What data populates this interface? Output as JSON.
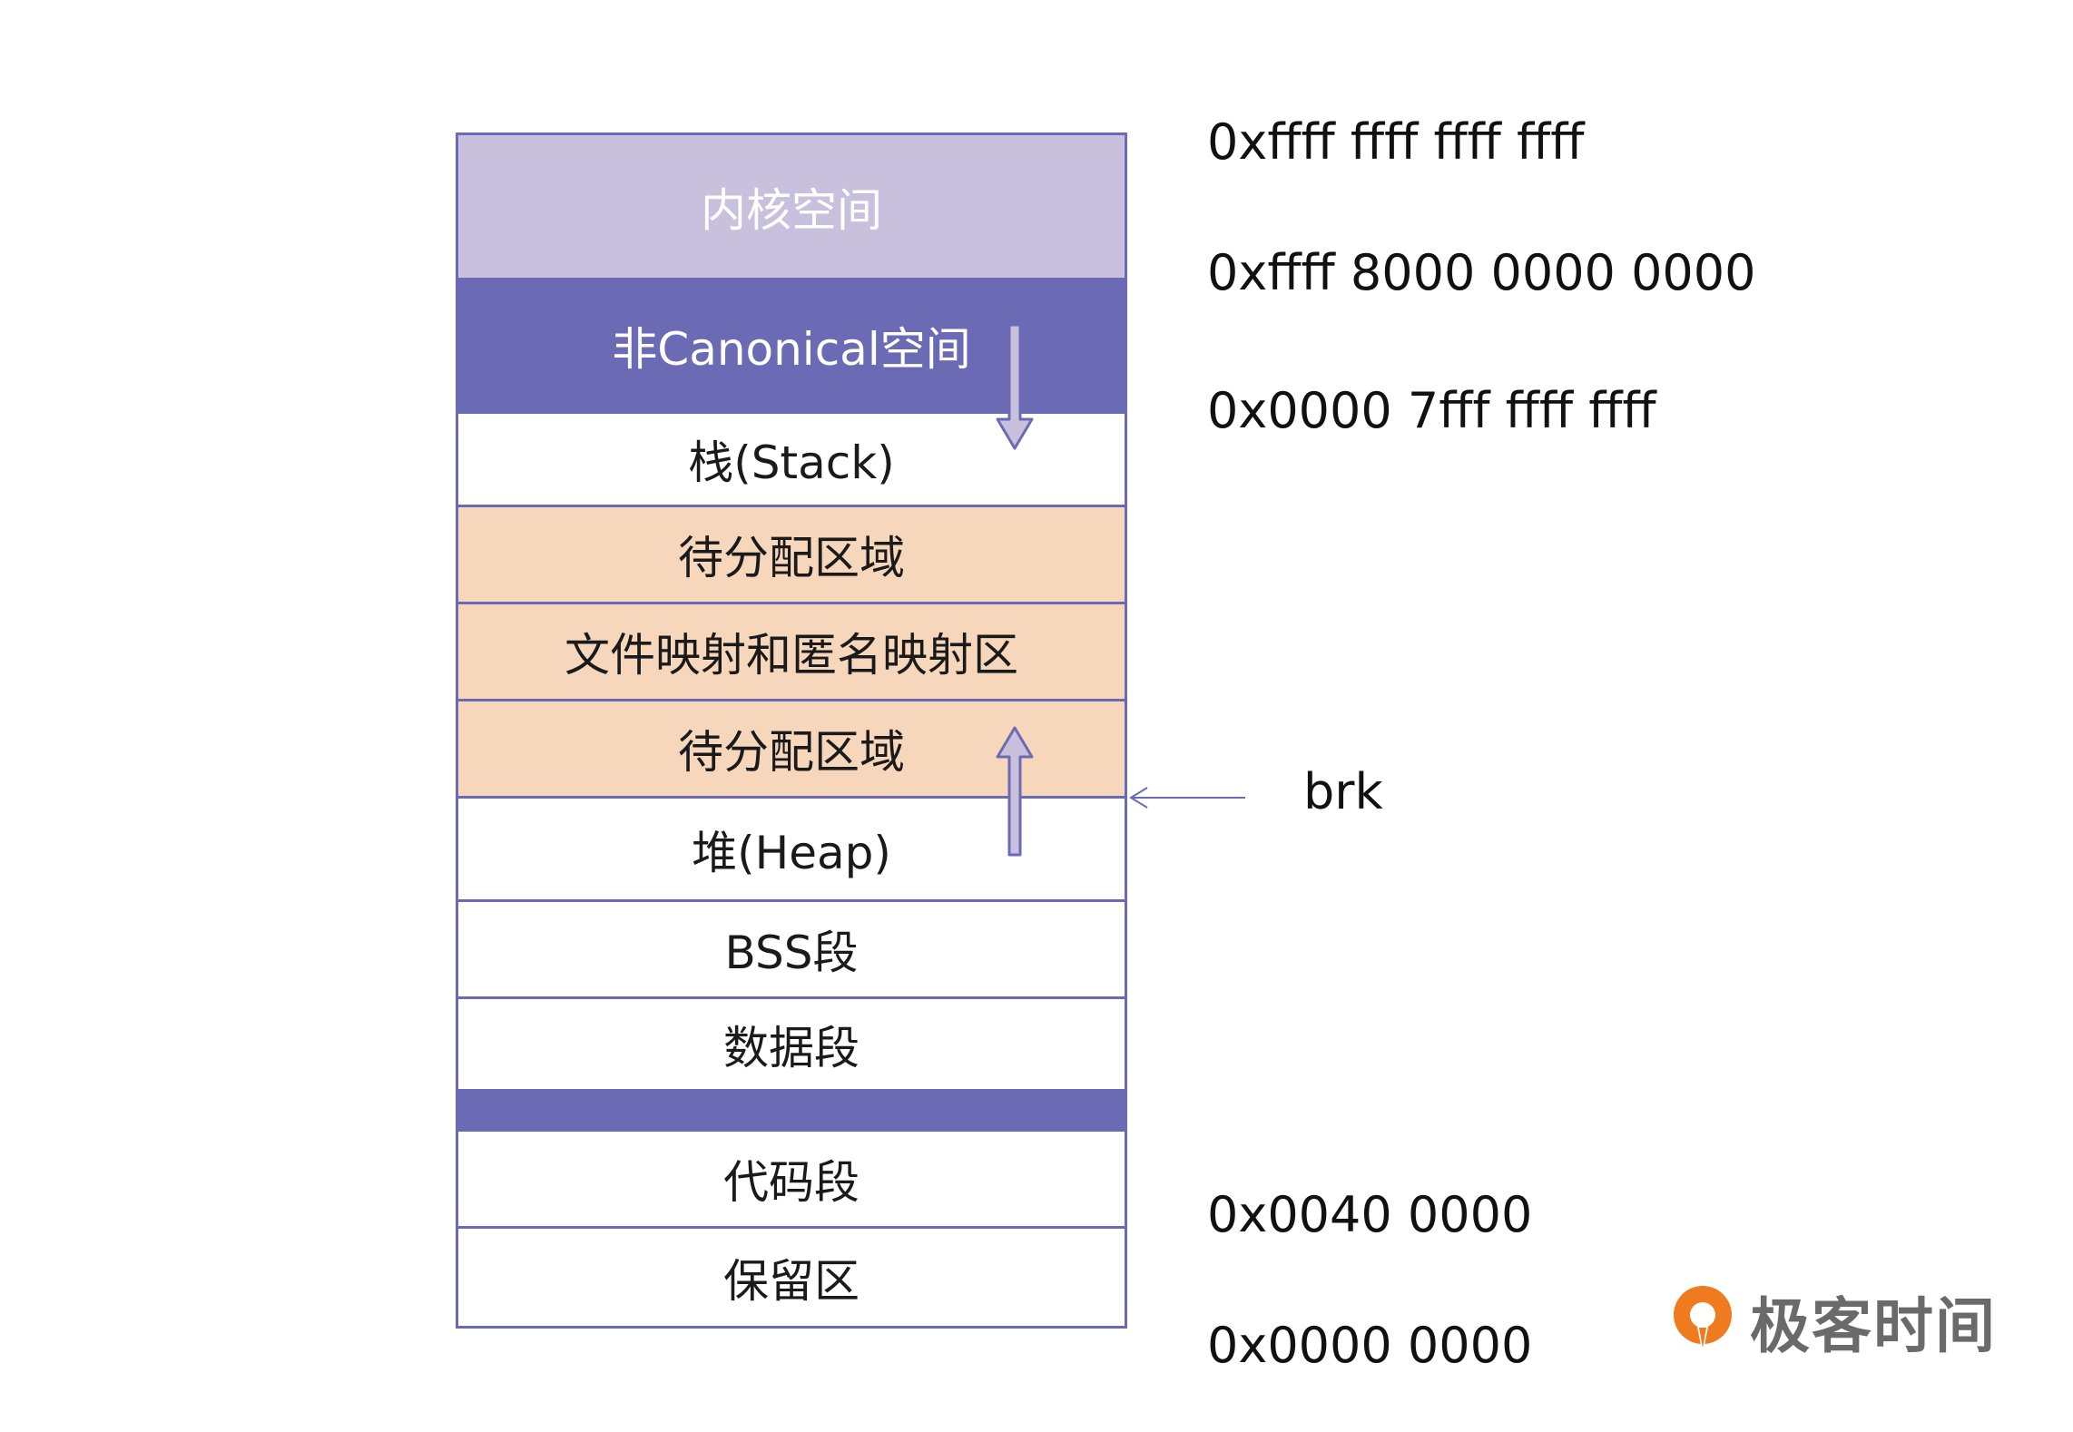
{
  "segments": [
    {
      "label": "内核空间"
    },
    {
      "label": "非Canonical空间"
    },
    {
      "label": "栈(Stack)"
    },
    {
      "label": "待分配区域"
    },
    {
      "label": "文件映射和匿名映射区"
    },
    {
      "label": "待分配区域"
    },
    {
      "label": "堆(Heap)"
    },
    {
      "label": "BSS段"
    },
    {
      "label": "数据段"
    },
    {
      "label": ""
    },
    {
      "label": "代码段"
    },
    {
      "label": "保留区"
    }
  ],
  "addresses": [
    {
      "text": "0xffff ffff ffff ffff"
    },
    {
      "text": "0xffff 8000 0000 0000"
    },
    {
      "text": "0x0000 7fff ffff ffff"
    },
    {
      "text": "0x0040 0000"
    },
    {
      "text": "0x0000 0000"
    }
  ],
  "brk": {
    "label": "brk"
  },
  "logo": {
    "text": "极客时间"
  },
  "colors": {
    "border": "#6b6bb5",
    "kernel": "#c8c0dc",
    "noncanonical": "#6b6bb5",
    "unallocated": "#f6d7bb",
    "arrow_fill": "#c8c0dc",
    "logo_orange": "#f07a1e"
  }
}
